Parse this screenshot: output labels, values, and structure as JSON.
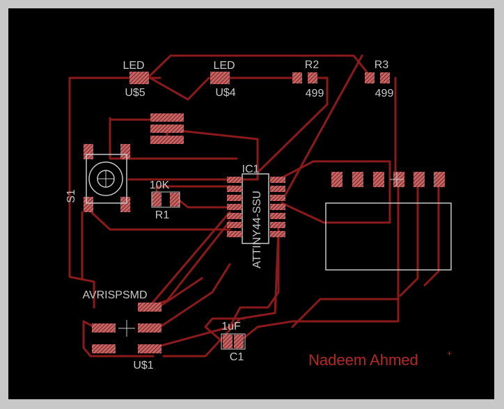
{
  "colors": {
    "background": "#000000",
    "board_outline": "#c8c8c8",
    "trace": "#8c1a1a",
    "pad_fill": "#c86464",
    "pad_hatch": "#5a1414",
    "silkscreen": "#c8c8c8",
    "signature": "#b42828"
  },
  "components": {
    "led1": {
      "name": "LED",
      "ref": "U$5"
    },
    "led2": {
      "name": "LED",
      "ref": "U$4"
    },
    "r2": {
      "ref": "R2",
      "value": "499"
    },
    "r3": {
      "ref": "R3",
      "value": "499"
    },
    "r1": {
      "ref": "R1",
      "value": "10K"
    },
    "switch": {
      "ref": "S1"
    },
    "ic": {
      "ref": "IC1",
      "value": "ATTINY44-SSU"
    },
    "header": {
      "name": "AVRISPSMD",
      "ref": "U$1"
    },
    "cap": {
      "ref": "C1",
      "value": "1uF"
    }
  },
  "signature": "Nadeem Ahmed"
}
